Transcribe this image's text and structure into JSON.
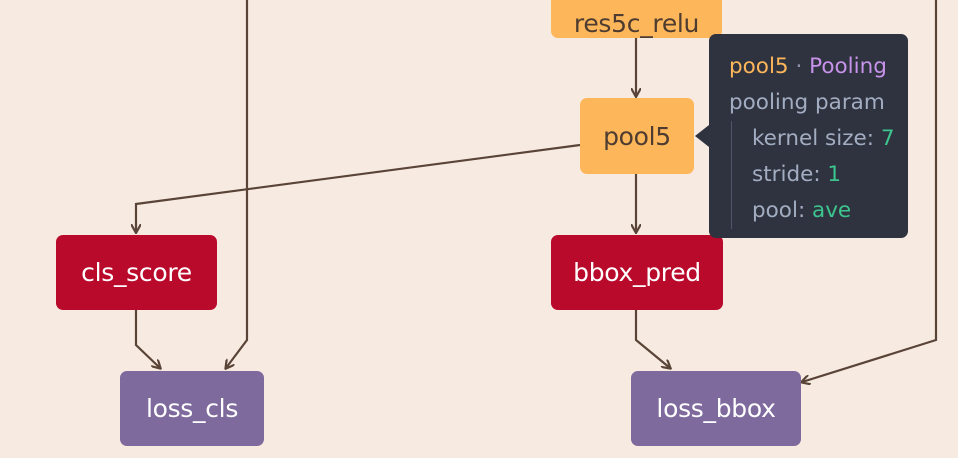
{
  "nodes": {
    "res5c_relu": {
      "label": "res5c_relu"
    },
    "pool5": {
      "label": "pool5"
    },
    "cls_score": {
      "label": "cls_score"
    },
    "bbox_pred": {
      "label": "bbox_pred"
    },
    "loss_cls": {
      "label": "loss_cls"
    },
    "loss_bbox": {
      "label": "loss_bbox"
    }
  },
  "tooltip": {
    "name": "pool5",
    "separator": "·",
    "type": "Pooling",
    "section": "pooling param",
    "params": [
      {
        "key": "kernel size",
        "value": "7"
      },
      {
        "key": "stride",
        "value": "1"
      },
      {
        "key": "pool",
        "value": "ave"
      }
    ]
  },
  "colors": {
    "background": "#f7ebe1",
    "pooling_node": "#fdb65a",
    "conv_node": "#ba0a2b",
    "loss_node": "#7f6a9e",
    "edge": "#5a4438",
    "tooltip_bg": "#2f333f",
    "tooltip_value": "#3cc58e",
    "tooltip_type": "#c792ea"
  }
}
